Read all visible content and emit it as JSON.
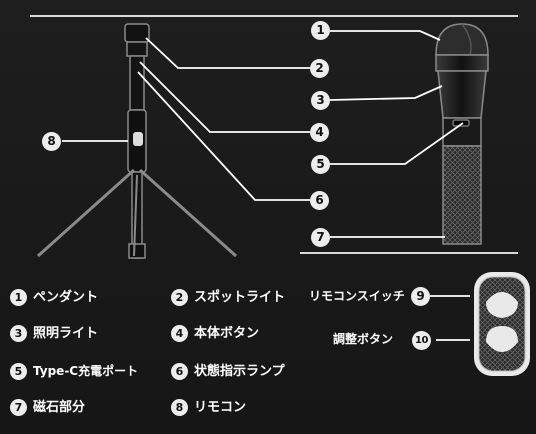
{
  "callout_numbers": [
    "1",
    "2",
    "3",
    "4",
    "5",
    "6",
    "7",
    "8",
    "9",
    "10"
  ],
  "legend": [
    {
      "num": "1",
      "text": "ペンダント"
    },
    {
      "num": "2",
      "text": "スポットライト"
    },
    {
      "num": "3",
      "text": "照明ライト"
    },
    {
      "num": "4",
      "text": "本体ボタン"
    },
    {
      "num": "5",
      "text": "Type-C充電ポート"
    },
    {
      "num": "6",
      "text": "状態指示ランプ"
    },
    {
      "num": "7",
      "text": "磁石部分"
    },
    {
      "num": "8",
      "text": "リモコン"
    }
  ],
  "remote_labels": [
    {
      "num": "9",
      "text": "リモコンスイッチ"
    },
    {
      "num": "10",
      "text": "調整ボタン"
    }
  ],
  "colors": {
    "background": "#1b1b1b",
    "accent": "#ffffff",
    "line": "#d9d9d9",
    "badge": "#ededed"
  }
}
